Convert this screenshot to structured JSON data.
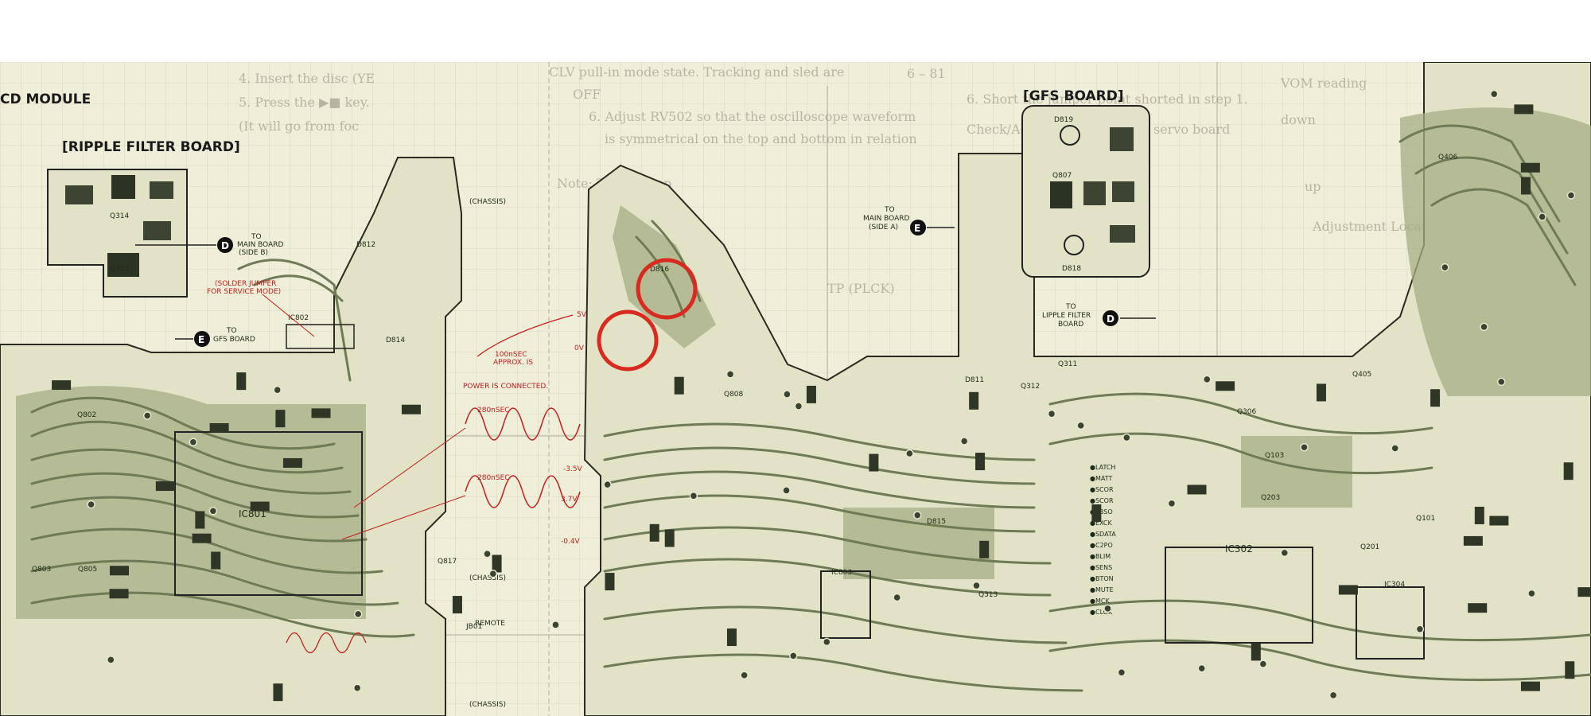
{
  "boards": {
    "cd_module": "CD MODULE",
    "ripple_filter": "[RIPPLE FILTER BOARD]",
    "gfs": "[GFS BOARD]"
  },
  "connectors": {
    "d_left": "D",
    "d_left_text_1": "TO",
    "d_left_text_2": "MAIN BOARD",
    "d_left_text_3": "(SIDE B)",
    "e_left": "E",
    "e_left_text_1": "TO",
    "e_left_text_2": "GFS BOARD",
    "e_mid": "E",
    "e_mid_text_1": "TO",
    "e_mid_text_2": "MAIN BOARD",
    "e_mid_text_3": "(SIDE A)",
    "d_right": "D",
    "d_right_text_1": "TO",
    "d_right_text_2": "LIPPLE FILTER",
    "d_right_text_3": "BOARD"
  },
  "components": {
    "q314": "Q314",
    "q315": "Q315",
    "d812": "D812",
    "d814": "D814",
    "ic802": "IC802",
    "q802": "Q802",
    "ic801": "IC801",
    "q817": "Q817",
    "q803": "Q803",
    "q805": "Q805",
    "d816": "D816",
    "q808": "Q808",
    "d811": "D811",
    "q312": "Q312",
    "q311": "Q311",
    "d815": "D815",
    "ic803": "IC803",
    "q313": "Q313",
    "q306": "Q306",
    "q103": "Q103",
    "q203": "Q203",
    "q405": "Q405",
    "ic302": "IC302",
    "q201": "Q201",
    "q101": "Q101",
    "ic304": "IC304",
    "q406": "Q406",
    "d819": "D819",
    "q807": "Q807",
    "d818": "D818",
    "jb01": "JB01",
    "remote": "REMOTE",
    "chassis_1": "(CHASSIS)",
    "chassis_2": "(CHASSIS)",
    "chassis_3": "(CHASSIS)",
    "tp_plck": "TP (PLCK)"
  },
  "annotations": {
    "solder_1": "(SOLDER JUMPER",
    "solder_2": "FOR SERVICE MODE)",
    "power": "POWER IS CONNECTED.",
    "t100_1": "100nSEC",
    "t100_2": "APPROX. IS",
    "t280a": "280nSEC",
    "t280b": "280nSEC",
    "v5": "5V",
    "v0": "0V",
    "v35": "-3.5V",
    "v37": "3.7V",
    "v04": "-0.4V"
  },
  "signals": [
    "LATCH",
    "MATT",
    "SCOR",
    "SCOR",
    "SBSO",
    "EXCK",
    "SDATA",
    "C2PO",
    "BLIM",
    "SENS",
    "BTON",
    "MUTE",
    "MCK",
    "CLOK"
  ],
  "ghost_text": {
    "g1": "4. Insert the disc (YE",
    "g2": "5. Press the ▶■ key.",
    "g3": "(It will go from foc",
    "g4": "CLV pull-in mode state. Tracking and sled are",
    "g5": "OFF",
    "g6": "6. Adjust RV502 so that the oscilloscope waveform",
    "g7": "is symmetrical on the top and bottom in relation",
    "g8": "Note: Take sweep",
    "g9": "6. Short the jumper point shorted in step 1.",
    "g10": "Check/Adjustment Location: servo board",
    "g11": "VOM reading",
    "g12": "down",
    "g13": "up",
    "g14": "Adjustment Location: main board",
    "g15": "6 – 81"
  },
  "colors": {
    "board": "#efeed8",
    "trace": "#6f7a56",
    "ink": "#1e2a18",
    "red": "#c21f1f",
    "mark": "#d92a1f"
  }
}
